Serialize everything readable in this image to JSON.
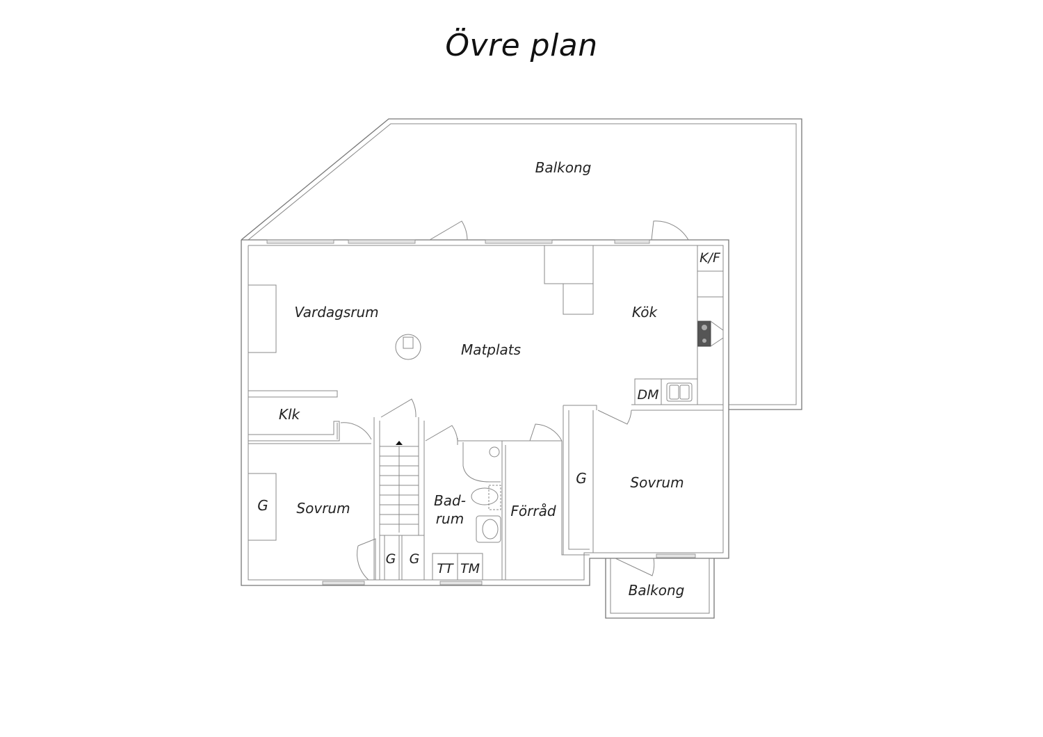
{
  "title": "Övre plan",
  "rooms": {
    "balkong_top": "Balkong",
    "vardagsrum": "Vardagsrum",
    "matplats": "Matplats",
    "kok": "Kök",
    "kf": "K/F",
    "dm": "DM",
    "klk": "Klk",
    "sovrum_left": "Sovrum",
    "g_left": "G",
    "g_stair1": "G",
    "g_stair2": "G",
    "bad_line1": "Bad-",
    "bad_line2": "rum",
    "tt": "TT",
    "tm": "TM",
    "forrad": "Förråd",
    "g_right": "G",
    "sovrum_right": "Sovrum",
    "balkong_bottom": "Balkong"
  }
}
